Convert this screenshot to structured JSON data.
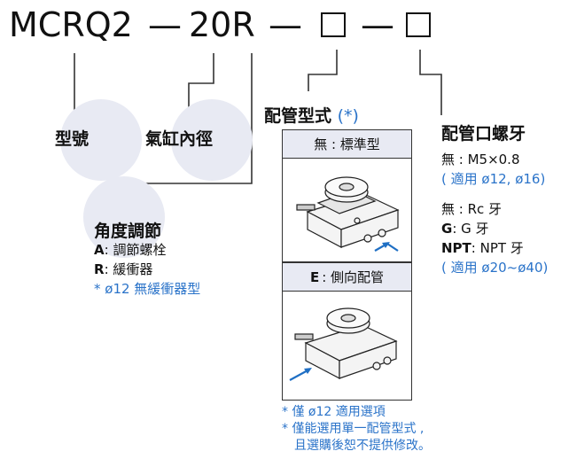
{
  "model_code": {
    "series": "MCRQ2",
    "dash1": "—",
    "size": "20R",
    "dash2": "—",
    "dash3": "—"
  },
  "categories": {
    "model": "型號",
    "bore": "氣缸內徑",
    "adjust": {
      "title": "角度調節",
      "options": [
        {
          "code": "A",
          "sep": ": ",
          "label": "調節螺栓"
        },
        {
          "code": "R",
          "sep": ": ",
          "label": "緩衝器"
        }
      ],
      "note": "* ø12 無緩衝器型"
    },
    "piping_type": {
      "title": "配管型式",
      "title_mark": "(*)",
      "panels": [
        {
          "head": "無 : 標準型"
        },
        {
          "head_code": "E",
          "head_rest": ": 側向配管"
        }
      ],
      "notes": [
        "* 僅 ø12 適用選項",
        "* 僅能選用單一配管型式 ,",
        "且選購後恕不提供修改。"
      ]
    },
    "piping_port": {
      "title": "配管口螺牙",
      "lines": {
        "l1": "無 : M5×0.8",
        "l2": "( 適用 ø12, ø16)",
        "l3": "無 : Rc 牙",
        "l4_code": "G",
        "l4_rest": ": G 牙",
        "l5_code": "NPT",
        "l5_rest": ": NPT 牙",
        "l6": "( 適用 ø20~ø40)"
      }
    }
  },
  "colors": {
    "accent_blue": "#2a73c9",
    "circle_fill": "#e8eaf3",
    "arrow_blue": "#1f6fc4"
  }
}
